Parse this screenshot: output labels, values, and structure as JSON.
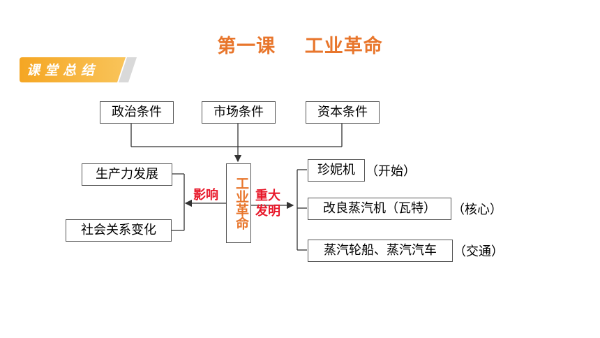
{
  "title": "第一课    工业革命",
  "banner": {
    "text": "课堂总结",
    "color": "#f5a623"
  },
  "conditions": [
    "政治条件",
    "市场条件",
    "资本条件"
  ],
  "center": "工业革命",
  "influence_label": "影响",
  "invention_label": "重大发明",
  "effects": [
    "生产力发展",
    "社会关系变化"
  ],
  "inventions": [
    {
      "name": "珍妮机",
      "note": "（开始）"
    },
    {
      "name": "改良蒸汽机（瓦特）",
      "note": "（核心）"
    },
    {
      "name": "蒸汽轮船、蒸汽汽车",
      "note": "（交通）"
    }
  ],
  "colors": {
    "title": "#e8762c",
    "accent_red": "#e8182a"
  }
}
